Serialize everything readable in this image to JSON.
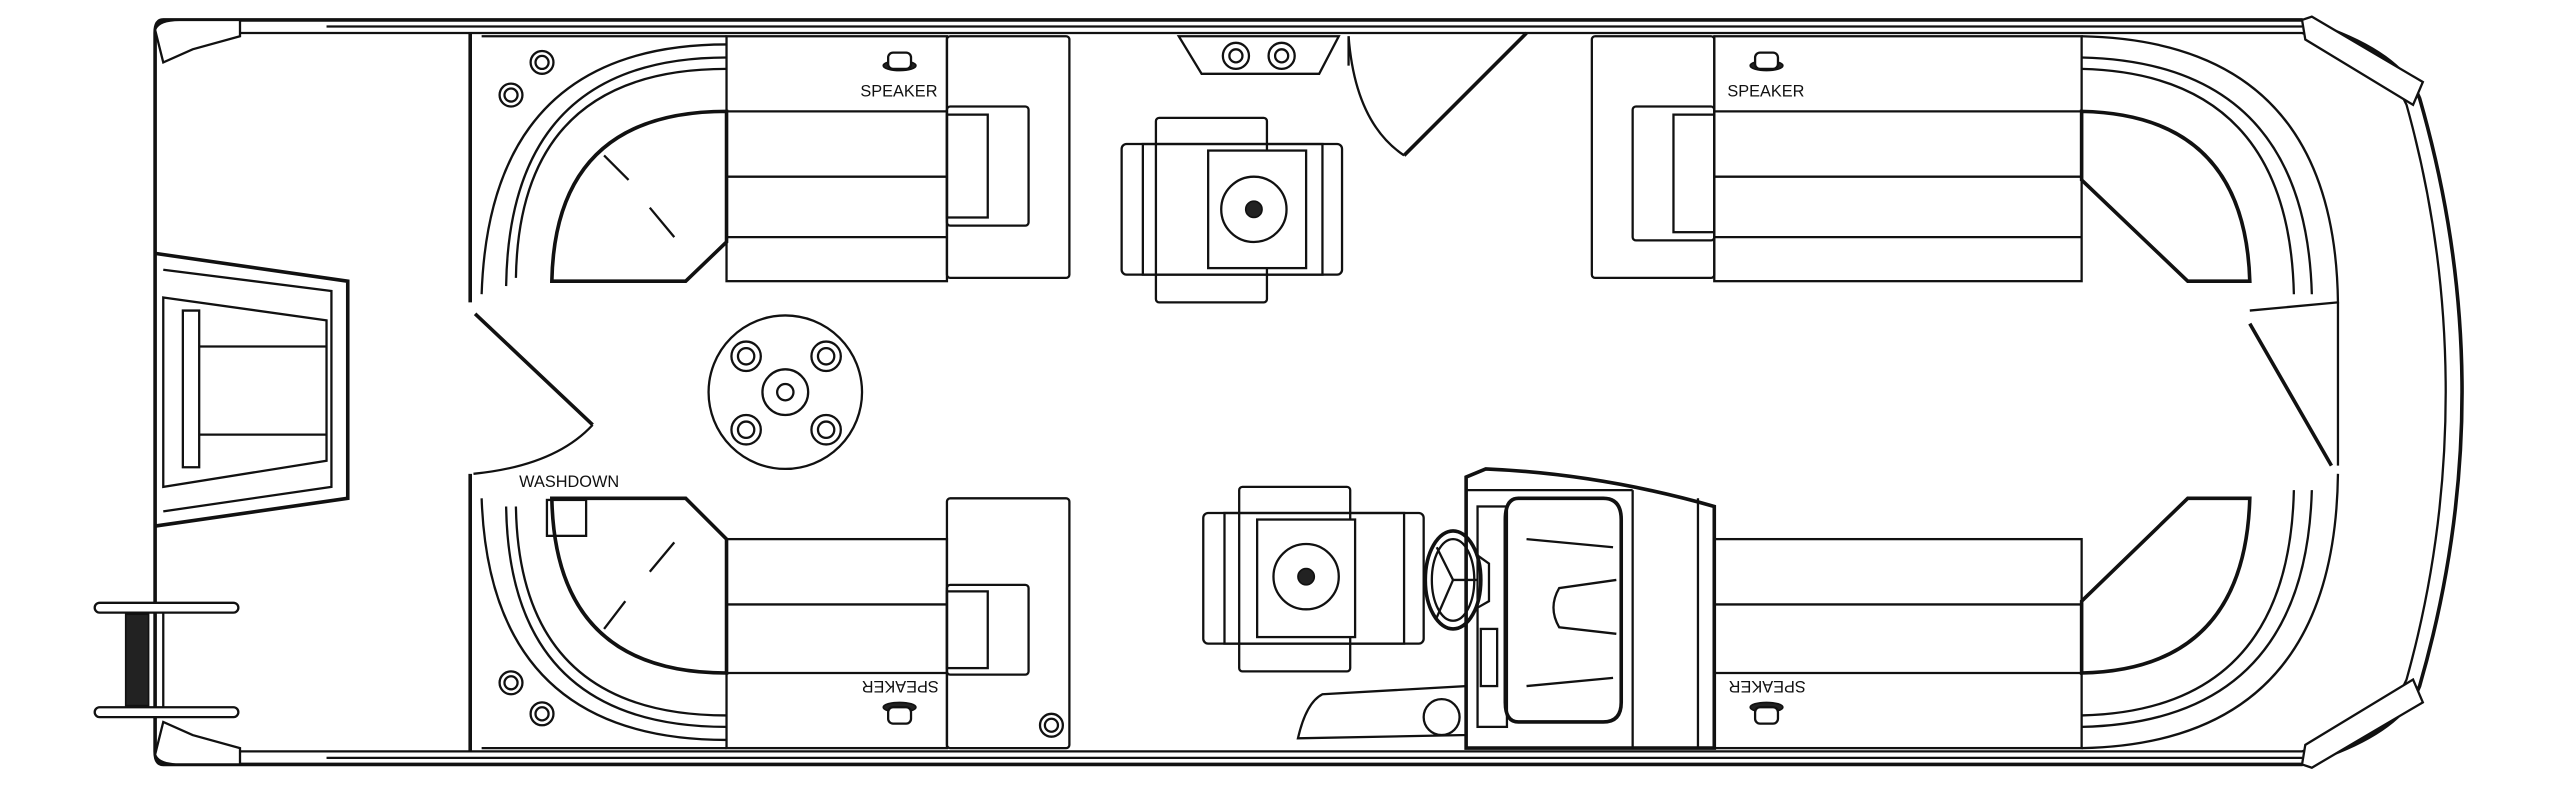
{
  "diagram": {
    "labels": {
      "speaker_rear_top": "SPEAKER",
      "speaker_front_top": "SPEAKER",
      "speaker_rear_bottom": "SPEAKER",
      "speaker_front_bottom": "SPEAKER",
      "washdown": "WASHDOWN"
    },
    "colors": {
      "line": "#111111",
      "background": "#ffffff"
    }
  }
}
